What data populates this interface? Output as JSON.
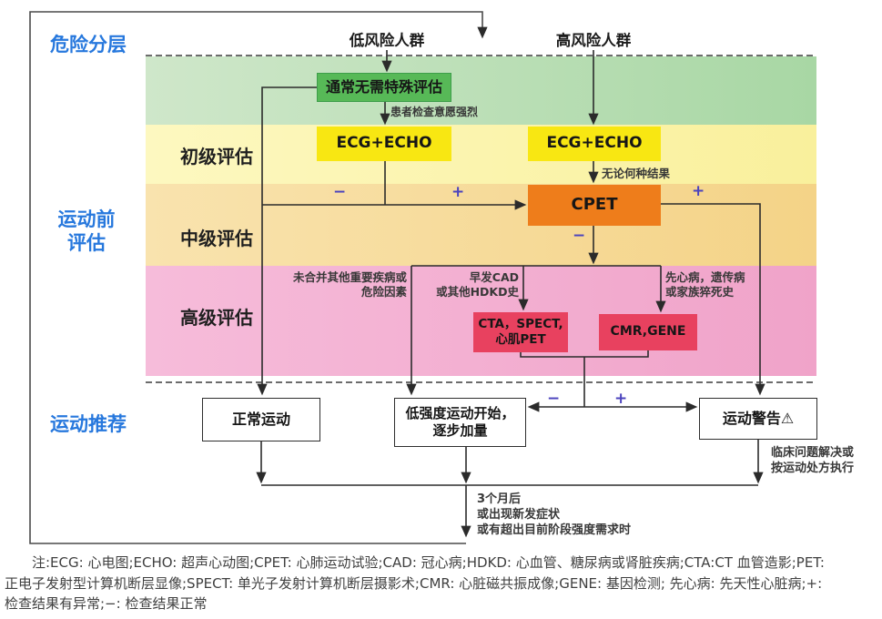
{
  "colors": {
    "blue_label": "#2778dd",
    "plus_minus": "#4b43bd",
    "green_box": "#57b957",
    "yellow_box": "#f8e712",
    "orange_box": "#ee7d1b",
    "red_box": "#e8415f",
    "band_green": "#b5dcb0",
    "band_yellow": "#faf2a3",
    "band_orange": "#f6d78d",
    "band_pink": "#f2abce"
  },
  "sections": {
    "risk_stratification": "危险分层",
    "pre_exercise_line1": "运动前",
    "pre_exercise_line2": "评估",
    "recommendation": "运动推荐"
  },
  "populations": {
    "low": "低风险人群",
    "high": "高风险人群"
  },
  "bands": {
    "primary": "初级评估",
    "intermediate": "中级评估",
    "advanced": "高级评估"
  },
  "nodes": {
    "no_special": "通常无需特殊评估",
    "ecg_echo_low": "ECG+ECHO",
    "ecg_echo_high": "ECG+ECHO",
    "cpet": "CPET",
    "cta_line1": "CTA，SPECT,",
    "cta_line2": "心肌PET",
    "cmr": "CMR,GENE",
    "normal_exercise": "正常运动",
    "low_intensity_line1": "低强度运动开始，",
    "low_intensity_line2": "逐步加量",
    "warning": "运动警告",
    "warning_icon": "⚠"
  },
  "edge_labels": {
    "patient_wish": "患者检查意愿强烈",
    "any_result": "无论何种结果",
    "no_comorbidity_line1": "未合并其他重要疾病或",
    "no_comorbidity_line2": "危险因素",
    "early_cad_line1": "早发CAD",
    "early_cad_line2": "或其他HDKD史",
    "chd_line1": "先心病，遗传病",
    "chd_line2": "或家族猝死史",
    "clinical_line1": "临床问题解决或",
    "clinical_line2": "按运动处方执行",
    "followup_line1": "3个月后",
    "followup_line2": "或出现新发症状",
    "followup_line3": "或有超出目前阶段强度需求时",
    "minus": "−",
    "plus": "+"
  },
  "notes": {
    "line1": "注:ECG: 心电图;ECHO: 超声心动图;CPET: 心肺运动试验;CAD: 冠心病;HDKD: 心血管、糖尿病或肾脏疾病;CTA:CT 血管造影;PET:",
    "line2": "正电子发射型计算机断层显像;SPECT: 单光子发射计算机断层摄影术;CMR: 心脏磁共振成像;GENE: 基因检测; 先心病: 先天性心脏病;+:",
    "line3": "检查结果有异常;−: 检查结果正常"
  }
}
